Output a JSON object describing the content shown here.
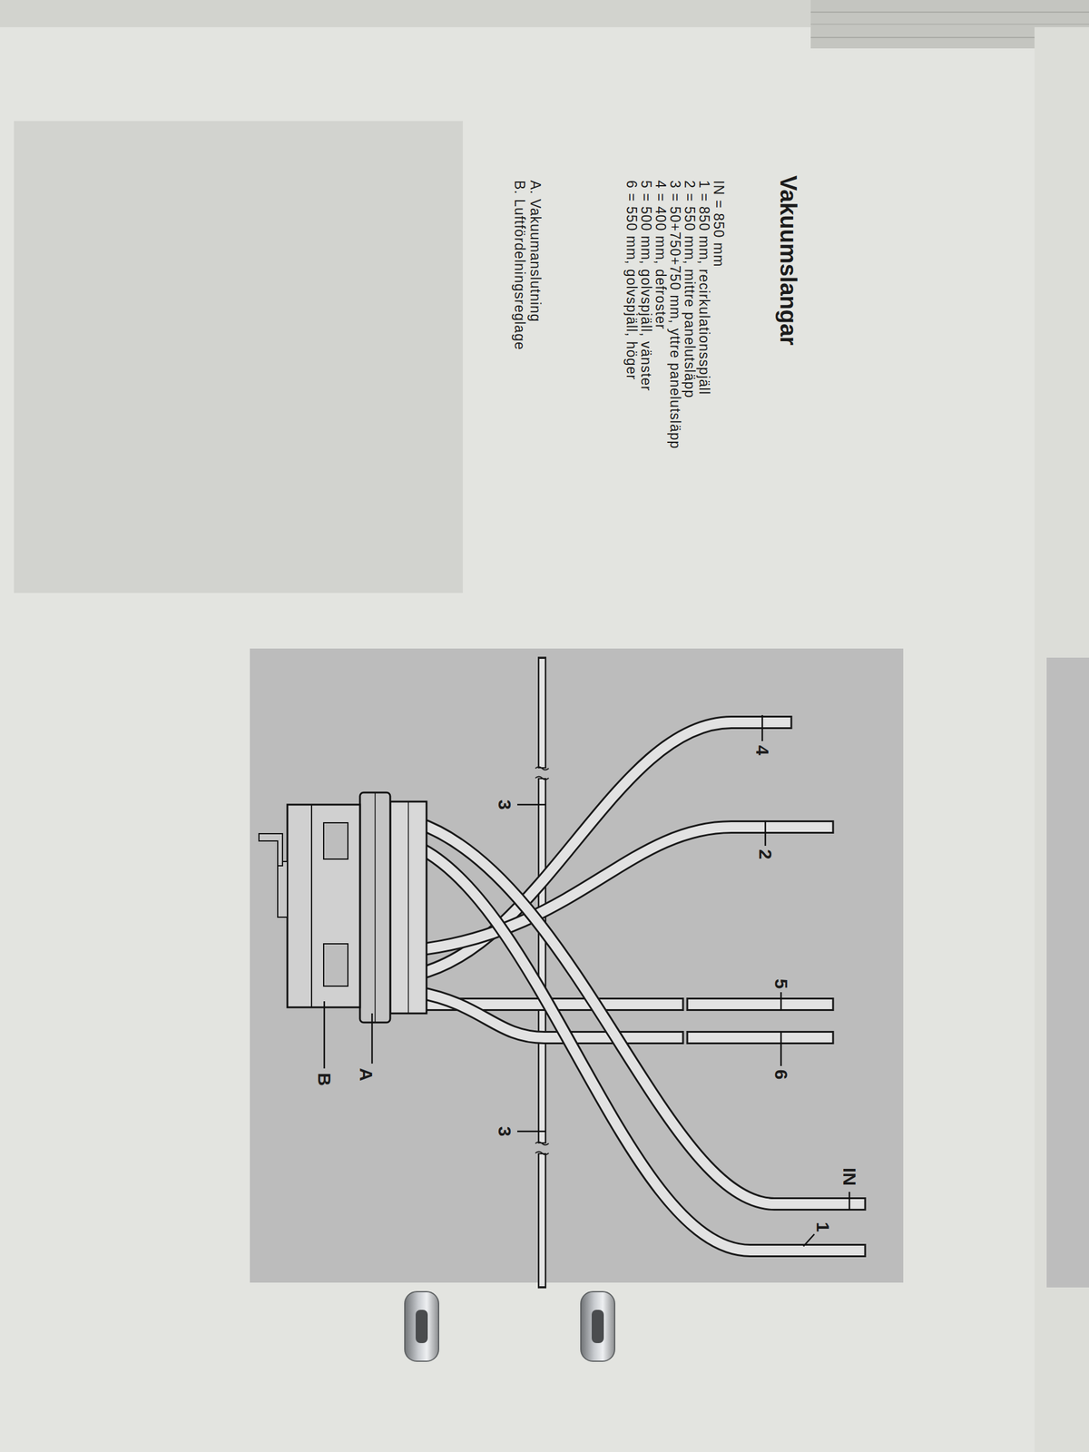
{
  "diagram": {
    "title": "Vakuumslangar",
    "labels": [
      "IN = 850 mm",
      "1 = 850 mm, recirkulationsspjäll",
      "2 = 550 mm, mittre panelutsläpp",
      "3 = 50+750+750 mm, yttre panelutsläpp",
      "4 = 400 mm, defroster",
      "5 = 500 mm, golvspjäll, vänster",
      "6 = 550 mm, golvspjäll, höger",
      "A. Vakuumanslutning",
      "B. Luftfördelningsreglage",
      "4",
      "2",
      "5",
      "6",
      "3",
      "3",
      "IN",
      "1",
      "A",
      "B"
    ]
  }
}
